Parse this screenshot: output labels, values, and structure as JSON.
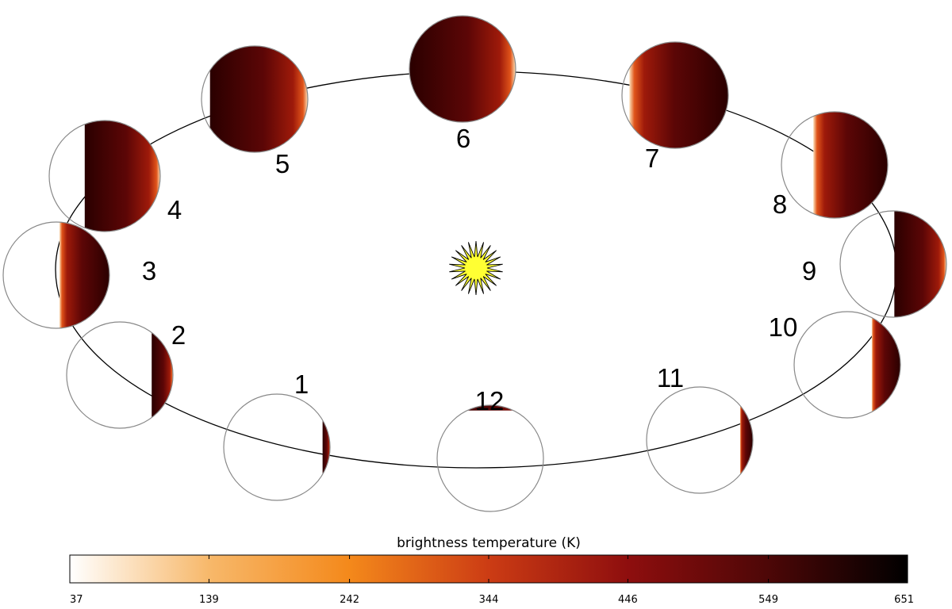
{
  "diagram": {
    "center_body": "sun-icon",
    "phases": [
      {
        "label": "1",
        "lit_fraction": 0.07,
        "lit_side": "right"
      },
      {
        "label": "2",
        "lit_fraction": 0.2,
        "lit_side": "right"
      },
      {
        "label": "3",
        "lit_fraction": 0.47,
        "lit_side": "left"
      },
      {
        "label": "4",
        "lit_fraction": 0.68,
        "lit_side": "right"
      },
      {
        "label": "5",
        "lit_fraction": 0.92,
        "lit_side": "right"
      },
      {
        "label": "6",
        "lit_fraction": 1.0,
        "lit_side": "full"
      },
      {
        "label": "7",
        "lit_fraction": 0.93,
        "lit_side": "left"
      },
      {
        "label": "8",
        "lit_fraction": 0.7,
        "lit_side": "left"
      },
      {
        "label": "9",
        "lit_fraction": 0.49,
        "lit_side": "right"
      },
      {
        "label": "10",
        "lit_fraction": 0.27,
        "lit_side": "left"
      },
      {
        "label": "11",
        "lit_fraction": 0.12,
        "lit_side": "left"
      },
      {
        "label": "12",
        "lit_fraction": 0.05,
        "lit_side": "top"
      }
    ]
  },
  "colorbar": {
    "title": "brightness temperature (K)",
    "ticks": [
      "37",
      "139",
      "242",
      "344",
      "446",
      "549",
      "651"
    ],
    "range": [
      37,
      651
    ],
    "colors": [
      "#ffffff",
      "#f7b86a",
      "#f4891b",
      "#cc3c14",
      "#8e0e0e",
      "#4d0707",
      "#000000"
    ]
  }
}
